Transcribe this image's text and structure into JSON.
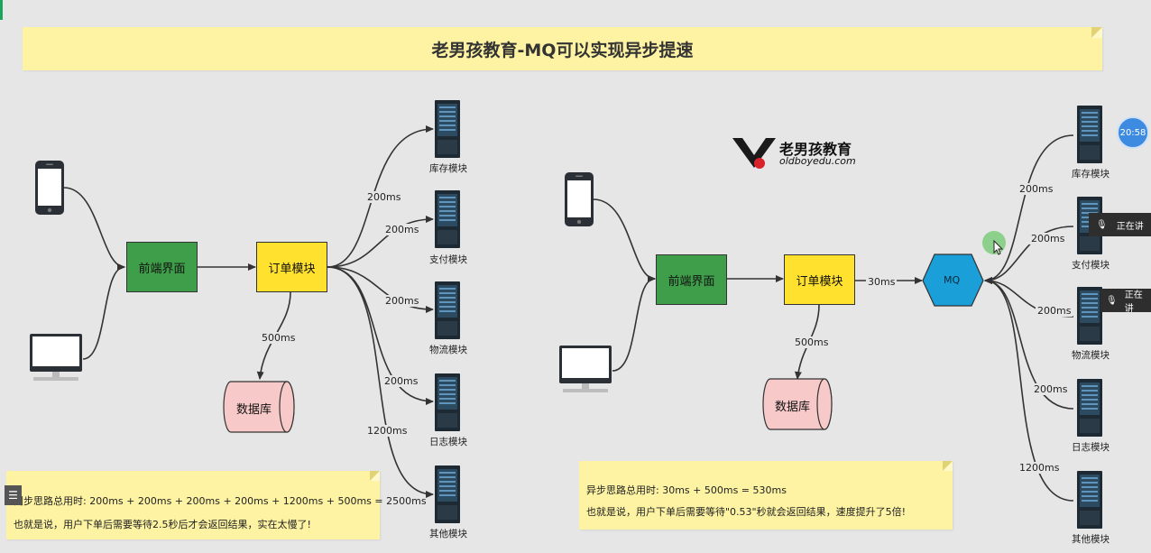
{
  "title": "老男孩教育-MQ可以实现异步提速",
  "logo": {
    "cn": "老男孩教育",
    "url": "oldboyedu.com"
  },
  "nodes": {
    "front": "前端界面",
    "order": "订单模块",
    "db": "数据库",
    "mq": "MQ"
  },
  "modules": [
    "库存模块",
    "支付模块",
    "物流模块",
    "日志模块",
    "其他模块"
  ],
  "left": {
    "edges": {
      "inventory": "200ms",
      "payment": "200ms",
      "logistics": "200ms",
      "log": "200ms",
      "other": "1200ms",
      "db": "500ms"
    },
    "note": {
      "line1": "同步思路总用时: 200ms + 200ms + 200ms + 200ms + 1200ms + 500ms = 2500ms",
      "line2": "也就是说，用户下单后需要等待2.5秒后才会返回结果，实在太慢了!"
    }
  },
  "right": {
    "edges": {
      "mq": "30ms",
      "db": "500ms",
      "inventory": "200ms",
      "payment": "200ms",
      "logistics": "200ms",
      "log": "200ms",
      "other": "1200ms"
    },
    "note": {
      "line1": "异步思路总用时: 30ms + 500ms = 530ms",
      "line2": "也就是说，用户下单后需要等待\"0.53\"秒就会返回结果，速度提升了5倍!"
    }
  },
  "overlay": {
    "timer": "20:58",
    "speaking1": "正在讲",
    "speaking2": "正在讲"
  }
}
